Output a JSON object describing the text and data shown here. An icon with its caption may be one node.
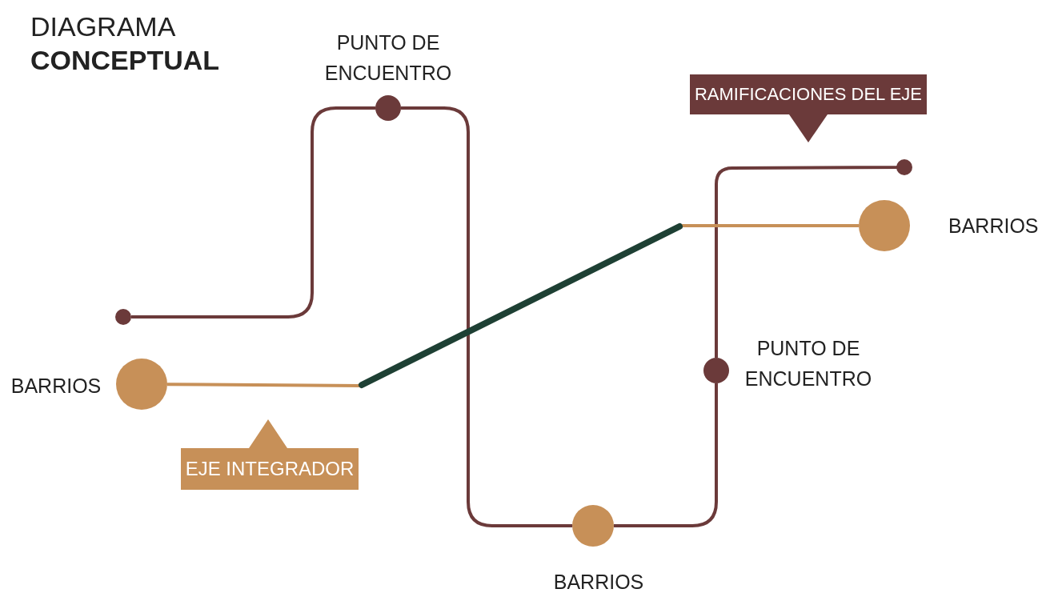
{
  "diagram": {
    "title": "DIAGRAMA **CONCEPTUAL**",
    "nodes": [
      {
        "text": [],
        "shape": "circle"
      },
      {
        "text": [],
        "shape": "circle",
        "beside": [
          "PUNTO DE ENCUENTRO"
        ]
      },
      {
        "text": [],
        "shape": "circle",
        "beside": [
          "BARRIOS"
        ]
      },
      {
        "text": [],
        "shape": "circle",
        "beside": [
          "PUNTO DE ENCUENTRO"
        ]
      },
      {
        "text": [],
        "shape": "circle"
      },
      {
        "text": [],
        "shape": "circle",
        "beside": [
          "BARRIOS"
        ]
      },
      {
        "text": [],
        "shape": "circle",
        "beside": [
          "BARRIOS"
        ]
      },
      {
        "text": [
          "EJE INTEGRADOR"
        ]
      },
      {
        "text": [
          "RAMIFICACIONES DEL EJE"
        ]
      }
    ],
    "edges": [
      {
        "from": 0,
        "to": 1,
        "arrow": "none"
      },
      {
        "from": 1,
        "to": 2,
        "arrow": "none"
      },
      {
        "from": 2,
        "to": 3,
        "arrow": "none"
      },
      {
        "from": 3,
        "to": 4,
        "arrow": "none"
      },
      {
        "from": 5,
        "to": 6,
        "arrow": "none",
        "color": "#c79058"
      }
    ]
  }
}
